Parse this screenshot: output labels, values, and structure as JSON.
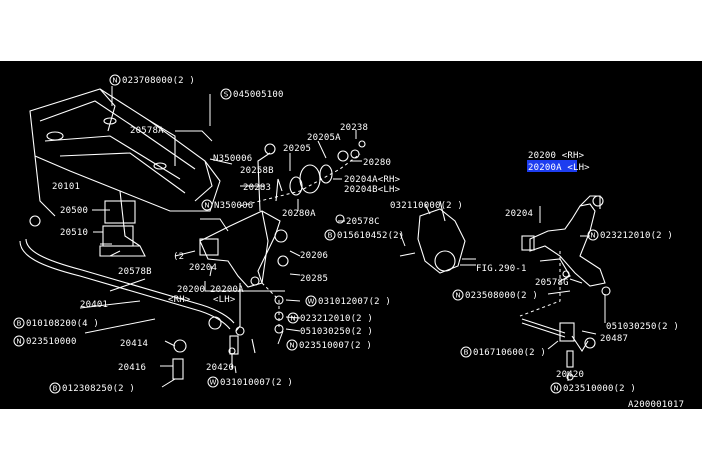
{
  "colors": {
    "background": "#000000",
    "line": "#ffffff",
    "highlight": "#1d3df0",
    "page": "#ffffff"
  },
  "diagram_id": "A200001017",
  "labels": {
    "p023708000": "023708000(2 )",
    "p045005100": "045005100",
    "p20578A": "20578A",
    "N350006a": "N350006",
    "p20258B": "20258B",
    "p20283": "20283",
    "N350006b": "N350006",
    "p20101": "20101",
    "p20500": "20500",
    "p20510": "20510",
    "p20578B": "20578B",
    "p2": "(2",
    "p20204": "20204",
    "p20205": "20205",
    "p20205A": "20205A",
    "p20238": "20238",
    "p20280": "20280",
    "p20204A": "20204A<RH>",
    "p20204B": "20204B<LH>",
    "p20280A": "20280A",
    "p20578C": "20578C",
    "p015610452": "015610452(2)",
    "p032110000": "032110000(2 )",
    "p20206": "20206",
    "p20285": "20285",
    "p20200RH": "20200 <RH>",
    "p20200ALH": "20200A <LH>",
    "p20200RHs": "20200",
    "p20200ALHs": "20200A",
    "rh": "<RH>",
    "lh": "<LH>",
    "fig2901": "FIG.290-1",
    "p20204r": "20204",
    "p023212010": "023212010(2 )",
    "p20578G": "20578G",
    "p023508000": "023508000(2 )",
    "p051030250r": "051030250(2 )",
    "p20487": "20487",
    "p016710600": "016710600(2 )",
    "p20420r": "20420",
    "p023510000r": "023510000(2 )",
    "p20401": "20401",
    "p010108200": "010108200(4 )",
    "p023510000": "023510000",
    "p20414": "20414",
    "p20416": "20416",
    "p012308250": "012308250(2 )",
    "p031012007": "031012007(2 )",
    "p051030250": "051030250(2 )",
    "p023510007": "023510007(2 )",
    "p20420": "20420",
    "p031010007": "031010007(2 )"
  },
  "prefixes": {
    "N": "N",
    "S": "S",
    "B": "B",
    "W": "W"
  }
}
